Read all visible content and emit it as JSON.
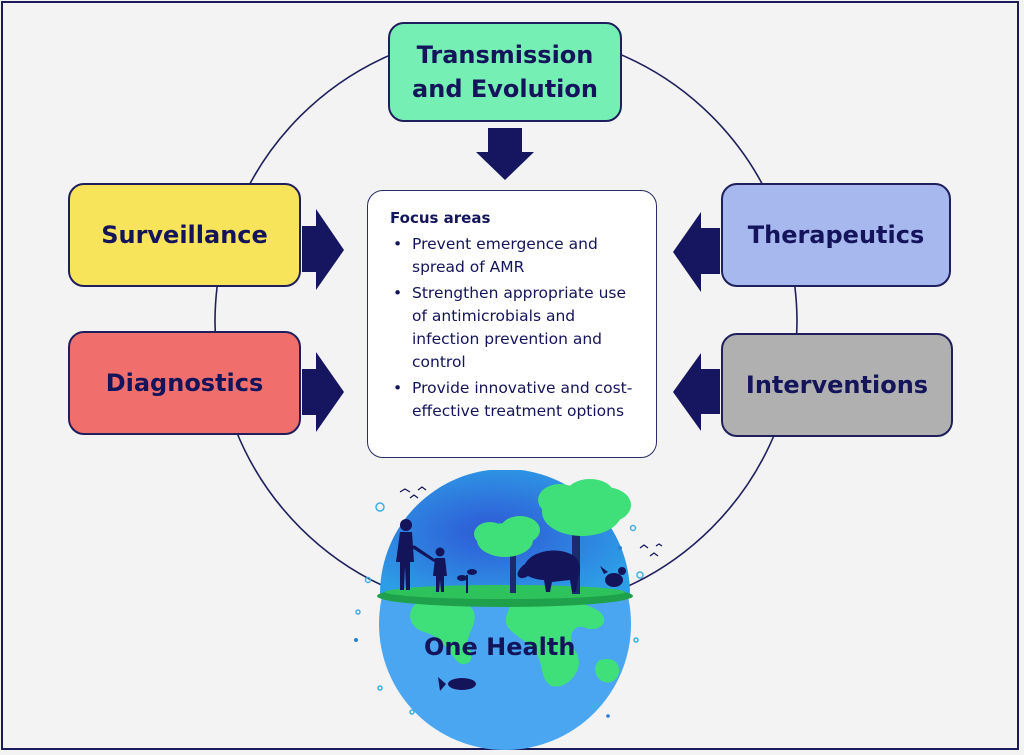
{
  "boxes": {
    "transmission": "Transmission and Evolution",
    "surveillance": "Surveillance",
    "diagnostics": "Diagnostics",
    "therapeutics": "Therapeutics",
    "interventions": "Interventions"
  },
  "focus": {
    "title": "Focus areas",
    "items": [
      "Prevent emergence and spread of AMR",
      "Strengthen appropriate use of antimicrobials and infection prevention and control",
      "Provide innovative and cost-effective treatment options"
    ]
  },
  "globe_label": "One Health",
  "colors": {
    "navy": "#14145a",
    "transmission": "#76efb4",
    "surveillance": "#f8e45a",
    "diagnostics": "#f06f6c",
    "therapeutics": "#a6b8ee",
    "interventions": "#b0b0b0",
    "ocean": "#4aa6f0",
    "land": "#3fe07a"
  }
}
